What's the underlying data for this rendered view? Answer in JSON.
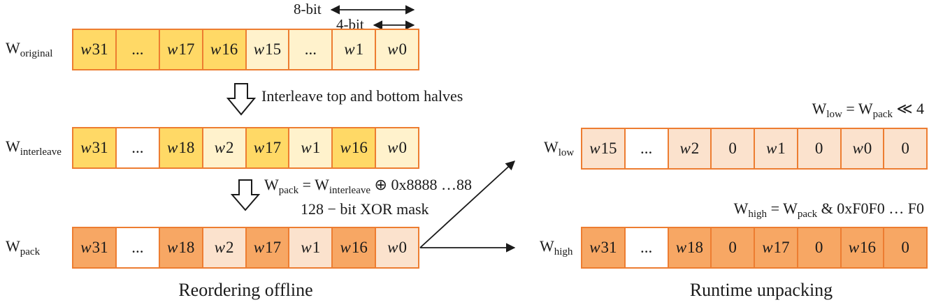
{
  "palette": {
    "gold": "#FFD966",
    "cream": "#FFF2CC",
    "orange": "#F7A764",
    "peach": "#FBE2CD",
    "white": "#FFFFFF",
    "border": "#ED7D31",
    "ink": "#1a1a1a"
  },
  "top_annotations": {
    "bit8": "8-bit",
    "bit4": "4-bit"
  },
  "steps": {
    "interleave_note": "Interleave top and bottom halves",
    "pack_formula": {
      "a": "W",
      "a_sub": "pack",
      "b": " = W",
      "b_sub": "interleave",
      "c": " ⊕ 0x8888 …88"
    },
    "xor_note": "128 − bit XOR mask",
    "wlow_formula": {
      "a": "W",
      "a_sub": "low",
      "b": " = W",
      "b_sub": "pack",
      "c": " ≪ 4"
    },
    "whigh_formula": {
      "a": "W",
      "a_sub": "high",
      "b": " = W",
      "b_sub": "pack",
      "c": " & 0xF0F0 … F0"
    }
  },
  "rows": {
    "original": {
      "label": {
        "main": "W",
        "sub": "original"
      },
      "cells": [
        {
          "t": "w31",
          "f": "gold"
        },
        {
          "t": "...",
          "f": "gold"
        },
        {
          "t": "w17",
          "f": "gold"
        },
        {
          "t": "w16",
          "f": "gold"
        },
        {
          "t": "w15",
          "f": "cream"
        },
        {
          "t": "...",
          "f": "cream"
        },
        {
          "t": "w1",
          "f": "cream"
        },
        {
          "t": "w0",
          "f": "cream"
        }
      ]
    },
    "interleave": {
      "label": {
        "main": "W",
        "sub": "interleave"
      },
      "cells": [
        {
          "t": "w31",
          "f": "gold"
        },
        {
          "t": "...",
          "f": "white"
        },
        {
          "t": "w18",
          "f": "gold"
        },
        {
          "t": "w2",
          "f": "cream"
        },
        {
          "t": "w17",
          "f": "gold"
        },
        {
          "t": "w1",
          "f": "cream"
        },
        {
          "t": "w16",
          "f": "gold"
        },
        {
          "t": "w0",
          "f": "cream"
        }
      ]
    },
    "pack": {
      "label": {
        "main": "W",
        "sub": "pack"
      },
      "cells": [
        {
          "t": "w31",
          "f": "orange"
        },
        {
          "t": "...",
          "f": "white"
        },
        {
          "t": "w18",
          "f": "orange"
        },
        {
          "t": "w2",
          "f": "peach"
        },
        {
          "t": "w17",
          "f": "orange"
        },
        {
          "t": "w1",
          "f": "peach"
        },
        {
          "t": "w16",
          "f": "orange"
        },
        {
          "t": "w0",
          "f": "peach"
        }
      ]
    },
    "low": {
      "label": {
        "main": "W",
        "sub": "low"
      },
      "cells": [
        {
          "t": "w15",
          "f": "peach"
        },
        {
          "t": "...",
          "f": "white"
        },
        {
          "t": "w2",
          "f": "peach"
        },
        {
          "t": "0",
          "f": "peach"
        },
        {
          "t": "w1",
          "f": "peach"
        },
        {
          "t": "0",
          "f": "peach"
        },
        {
          "t": "w0",
          "f": "peach"
        },
        {
          "t": "0",
          "f": "peach"
        }
      ]
    },
    "high": {
      "label": {
        "main": "W",
        "sub": "high"
      },
      "cells": [
        {
          "t": "w31",
          "f": "orange"
        },
        {
          "t": "...",
          "f": "white"
        },
        {
          "t": "w18",
          "f": "orange"
        },
        {
          "t": "0",
          "f": "orange"
        },
        {
          "t": "w17",
          "f": "orange"
        },
        {
          "t": "0",
          "f": "orange"
        },
        {
          "t": "w16",
          "f": "orange"
        },
        {
          "t": "0",
          "f": "orange"
        }
      ]
    }
  },
  "captions": {
    "left": "Reordering offline",
    "right": "Runtime unpacking"
  }
}
